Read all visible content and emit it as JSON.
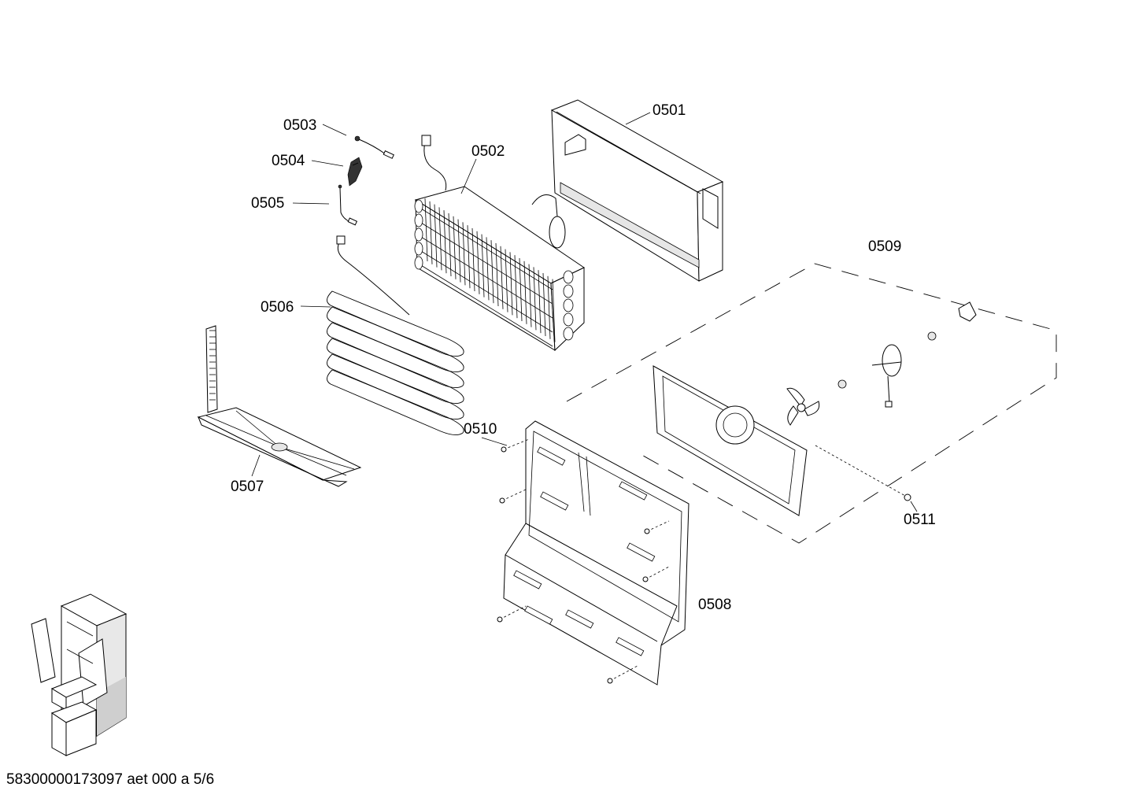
{
  "labels": {
    "p0501": "0501",
    "p0502": "0502",
    "p0503": "0503",
    "p0504": "0504",
    "p0505": "0505",
    "p0506": "0506",
    "p0507": "0507",
    "p0508": "0508",
    "p0509": "0509",
    "p0510": "0510",
    "p0511": "0511"
  },
  "footer": {
    "reference": "58300000173097 aet 000 a 5/6"
  }
}
